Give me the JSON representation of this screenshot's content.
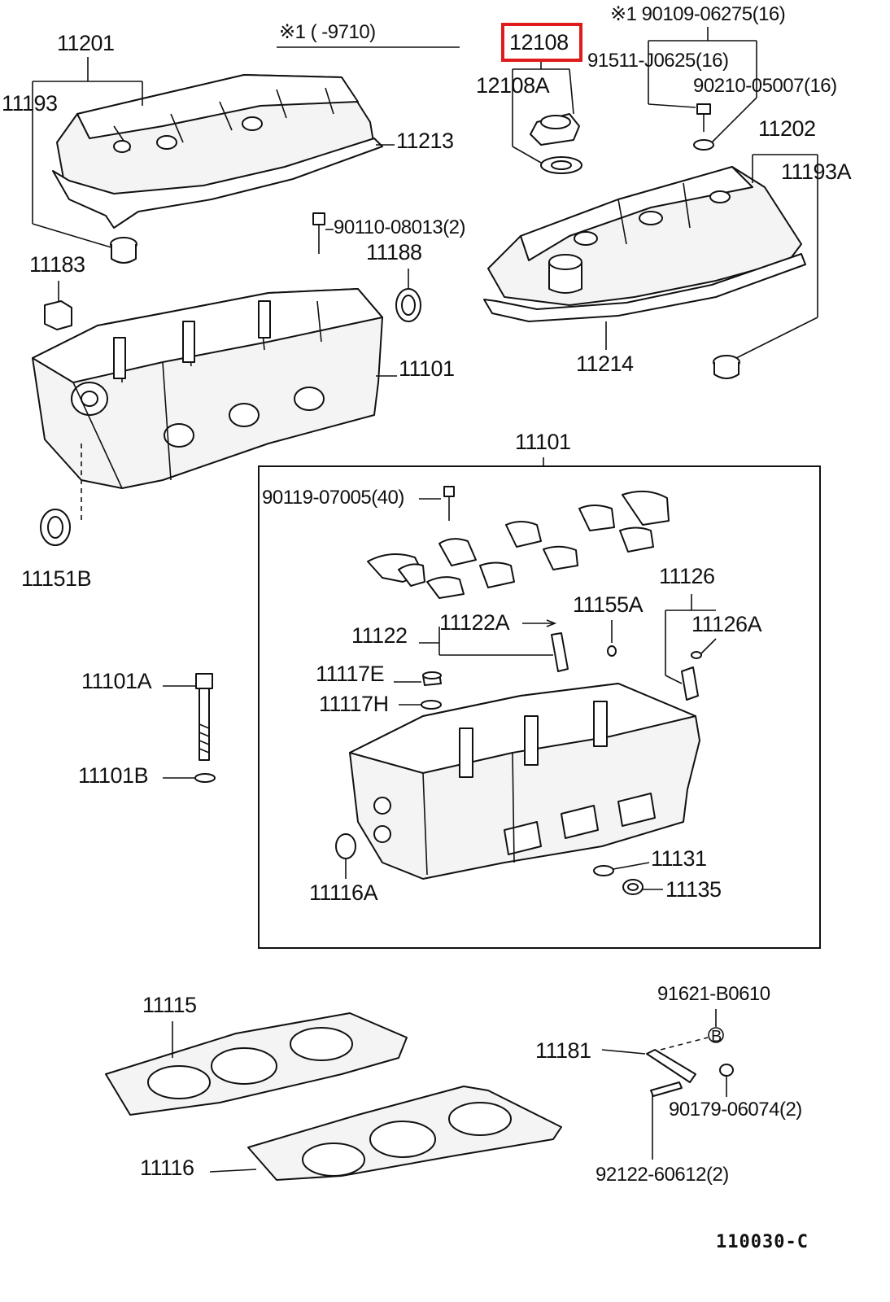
{
  "diagram": {
    "header_note": "※1 (      -9710)",
    "footer_code": "110030-C",
    "highlight_color": "#e01b1b",
    "labels": {
      "p11201": "11201",
      "p11193": "11193",
      "p11213": "11213",
      "p12108": "12108",
      "p12108A": "12108A",
      "p90109": "※1 90109-06275(16)",
      "p91511": "91511-J0625(16)",
      "p90210": "90210-05007(16)",
      "p11202": "11202",
      "p11193A": "11193A",
      "p90110": "90110-08013(2)",
      "p11188": "11188",
      "p11183": "11183",
      "p11101_top": "11101",
      "p11214": "11214",
      "p11101_box": "11101",
      "p11151B": "11151B",
      "p90119": "90119-07005(40)",
      "p11126": "11126",
      "p11155A": "11155A",
      "p11126A": "11126A",
      "p11122A": "11122A",
      "p11122": "11122",
      "p11117E": "11117E",
      "p11117H": "11117H",
      "p11101A": "11101A",
      "p11101B": "11101B",
      "p11131": "11131",
      "p11135": "11135",
      "p11116A": "11116A",
      "p11115": "11115",
      "p91621": "91621-B0610",
      "p11181": "11181",
      "marker_B": "B",
      "p90179": "90179-06074(2)",
      "p11116": "11116",
      "p92122": "92122-60612(2)"
    }
  }
}
